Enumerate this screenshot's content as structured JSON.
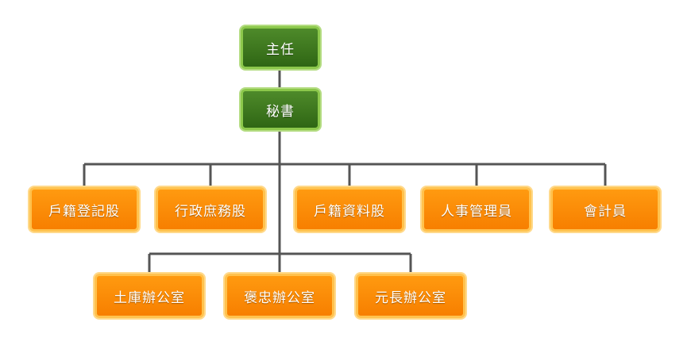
{
  "colors": {
    "connector": "#555555",
    "leader_fill": "#3d7a1f",
    "leader_border": "#8cc84b",
    "unit_fill": "#f98a00",
    "unit_border": "#ffc24e"
  },
  "nodes": {
    "director": "主任",
    "secretary": "秘書",
    "household_registration": "戶籍登記股",
    "administration_affairs": "行政庶務股",
    "household_records": "戶籍資料股",
    "personnel": "人事管理員",
    "accounting": "會計員",
    "tuku_office": "土庫辦公室",
    "baozhong_office": "褒忠辦公室",
    "yuanchang_office": "元長辦公室"
  }
}
